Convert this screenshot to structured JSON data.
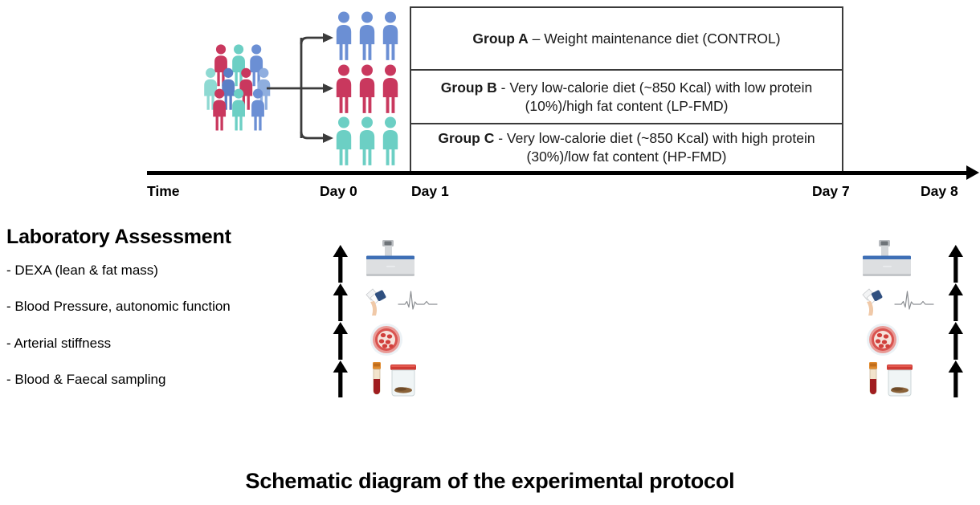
{
  "groups": {
    "rows": [
      {
        "name": "Group A",
        "text": " – Weight maintenance diet (CONTROL)"
      },
      {
        "name": "Group B",
        "text": " - Very low-calorie diet (~850 Kcal) with low protein (10%)/high fat content (LP-FMD)"
      },
      {
        "name": "Group C",
        "text": " - Very low-calorie diet (~850 Kcal) with high protein (30%)/low fat content (HP-FMD)"
      }
    ]
  },
  "timeline": {
    "labels": {
      "time": "Time",
      "day0": "Day 0",
      "day1": "Day 1",
      "day7": "Day 7",
      "day8": "Day 8"
    }
  },
  "lab_assessment": {
    "heading": "Laboratory Assessment",
    "items": [
      "- DEXA (lean & fat mass)",
      "- Blood Pressure, autonomic function",
      "- Arterial stiffness",
      "- Blood & Faecal sampling"
    ]
  },
  "caption": "Schematic diagram of the experimental protocol",
  "colors": {
    "group_a_blue": "#6B8FD4",
    "group_b_crimson": "#C9385E",
    "group_c_teal": "#6CCFC4",
    "axis_black": "#000000",
    "table_border": "#3a3a3a",
    "dexa_blue": "#3E6FB5",
    "dexa_body": "#DDDFE1",
    "vessel_red": "#D9534F",
    "tube_cap_orange": "#E08A2E",
    "blood_red": "#A01D20",
    "jar_lid_red": "#CF3B34"
  },
  "icons": {
    "dexa": "dexa-scanner-icon",
    "blood_pressure": "blood-pressure-cuff-icon",
    "ecg": "ecg-trace-icon",
    "vessel": "blood-vessel-cross-section-icon",
    "blood_tube": "blood-collection-tube-icon",
    "stool_jar": "stool-sample-jar-icon",
    "person": "person-figure-icon",
    "up_arrow": "up-arrow-icon",
    "right_arrow": "right-arrow-icon"
  }
}
